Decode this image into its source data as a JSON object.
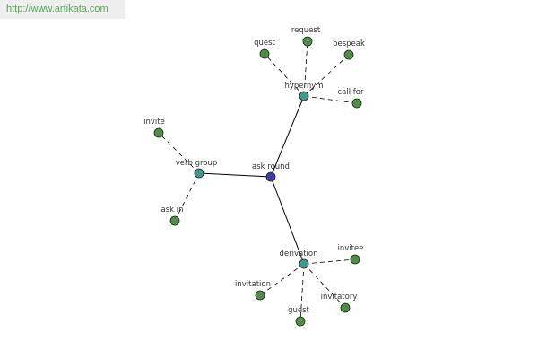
{
  "watermark": "http://www.artikata.com",
  "colors": {
    "root_node": "#3f3f9a",
    "hub_node": "#3f9a8a",
    "leaf_node": "#4e8e45",
    "node_stroke": "#222222",
    "edge": "#000000",
    "label": "#333333"
  },
  "graph": {
    "root": "ask round",
    "hubs": [
      {
        "id": "hypernym",
        "label": "hypernym",
        "leaves": [
          "quest",
          "request",
          "bespeak",
          "call for"
        ]
      },
      {
        "id": "verb-group",
        "label": "verb group",
        "leaves": [
          "invite",
          "ask in"
        ]
      },
      {
        "id": "derivation",
        "label": "derivation",
        "leaves": [
          "invitee",
          "invitation",
          "invitatory",
          "guest"
        ]
      }
    ]
  }
}
